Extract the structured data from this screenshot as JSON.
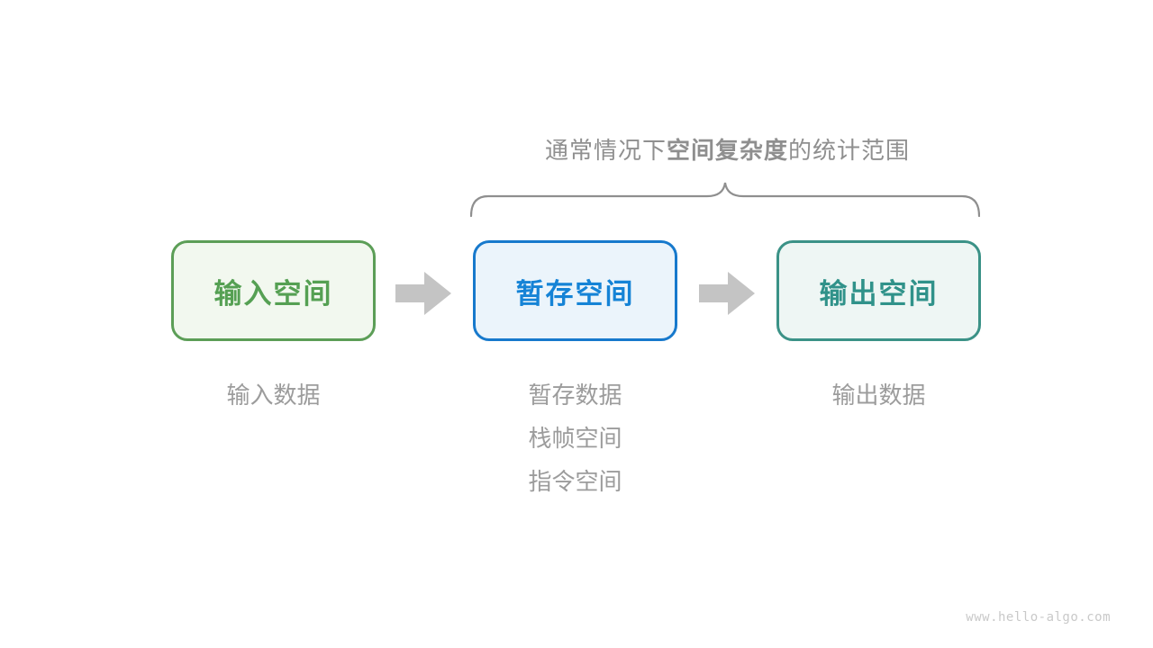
{
  "title": {
    "prefix": "通常情况下",
    "bold": "空间复杂度",
    "suffix": "的统计范围"
  },
  "boxes": [
    {
      "label": "输入空间",
      "border_color": "#5C9E57",
      "fill_color": "#F2F8EF",
      "text_color": "#55A053",
      "notes": [
        "输入数据"
      ]
    },
    {
      "label": "暂存空间",
      "border_color": "#1779CC",
      "fill_color": "#EBF4FB",
      "text_color": "#1583D6",
      "notes": [
        "暂存数据",
        "栈帧空间",
        "指令空间"
      ]
    },
    {
      "label": "输出空间",
      "border_color": "#3B9287",
      "fill_color": "#EEF6F4",
      "text_color": "#30928A",
      "notes": [
        "输出数据"
      ]
    }
  ],
  "colors": {
    "arrow": "#C4C4C4",
    "brace": "#8F8F8F",
    "title_text": "#8F8F8F",
    "note_text": "#9C9C9C",
    "watermark_text": "#C9C9C9"
  },
  "watermark": "www.hello-algo.com"
}
